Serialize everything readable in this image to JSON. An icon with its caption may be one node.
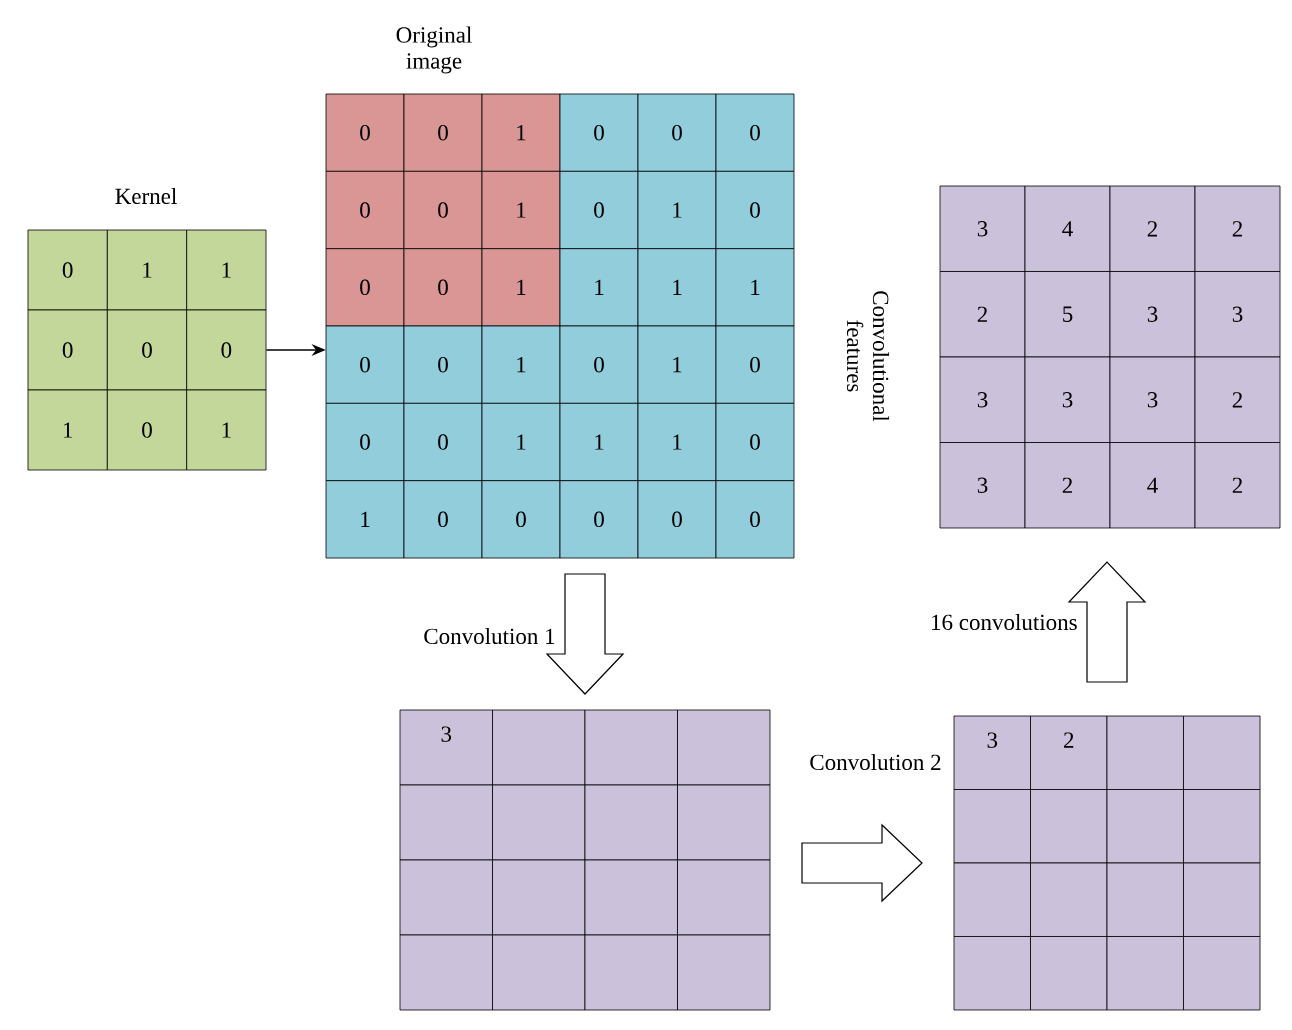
{
  "diagram": {
    "nodes": [
      {
        "text": [
          "0",
          "1",
          "1",
          "0",
          "0",
          "0",
          "1",
          "0",
          "1"
        ],
        "beside": [
          "Kernel"
        ]
      },
      {
        "text": [
          "0",
          "0",
          "1",
          "0",
          "0",
          "0",
          "0",
          "0",
          "1",
          "0",
          "1",
          "0",
          "0",
          "0",
          "1",
          "1",
          "1",
          "1",
          "0",
          "0",
          "1",
          "0",
          "1",
          "0",
          "0",
          "0",
          "1",
          "1",
          "1",
          "0",
          "1",
          "0",
          "0",
          "0",
          "0",
          "0"
        ],
        "beside": [
          "Original image"
        ]
      },
      {
        "text": [
          "3",
          "4",
          "2",
          "2",
          "2",
          "5",
          "3",
          "3",
          "3",
          "3",
          "3",
          "2",
          "3",
          "2",
          "4",
          "2"
        ],
        "beside": [
          "Convolutional features"
        ]
      },
      {
        "text": [
          "3"
        ]
      },
      {
        "text": [
          "3",
          "2"
        ]
      }
    ],
    "edges": [
      {
        "from": 0,
        "to": 1,
        "arrow": "to"
      },
      {
        "from": 1,
        "to": 3,
        "arrow": "to",
        "style": "thick",
        "label": "Convolution 1"
      },
      {
        "from": 3,
        "to": 4,
        "arrow": "to",
        "style": "thick",
        "label": "Convolution 2"
      },
      {
        "from": 4,
        "to": 2,
        "arrow": "to",
        "style": "thick",
        "label": "16 convolutions"
      }
    ]
  }
}
